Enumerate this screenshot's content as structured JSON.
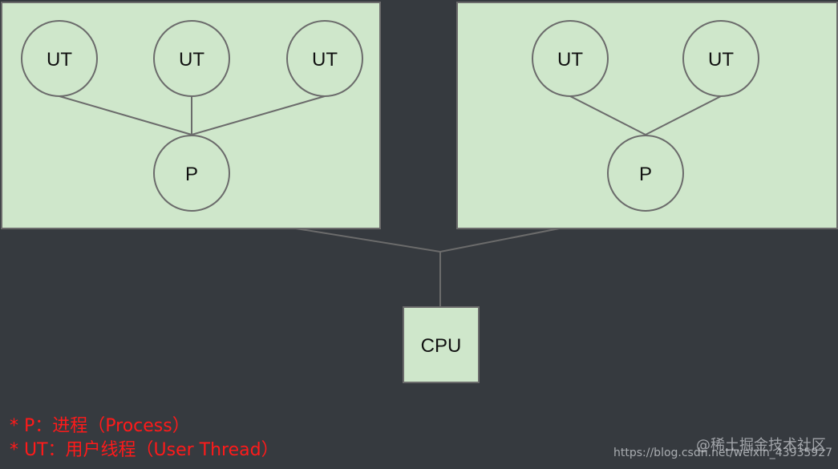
{
  "colors": {
    "background": "#363a3f",
    "box_fill": "#cfe7cb",
    "node_stroke": "#6b6b6b",
    "legend_text": "#ff1a1a"
  },
  "left_process": {
    "threads": [
      "UT",
      "UT",
      "UT"
    ],
    "process": "P"
  },
  "right_process": {
    "threads": [
      "UT",
      "UT"
    ],
    "process": "P"
  },
  "cpu": {
    "label": "CPU"
  },
  "legend": {
    "p": "* P：进程（Process）",
    "ut": "* UT：用户线程（User Thread）"
  },
  "watermark": {
    "brand": "@稀土掘金技术社区",
    "url": "https://blog.csdn.net/weixin_43935927"
  }
}
